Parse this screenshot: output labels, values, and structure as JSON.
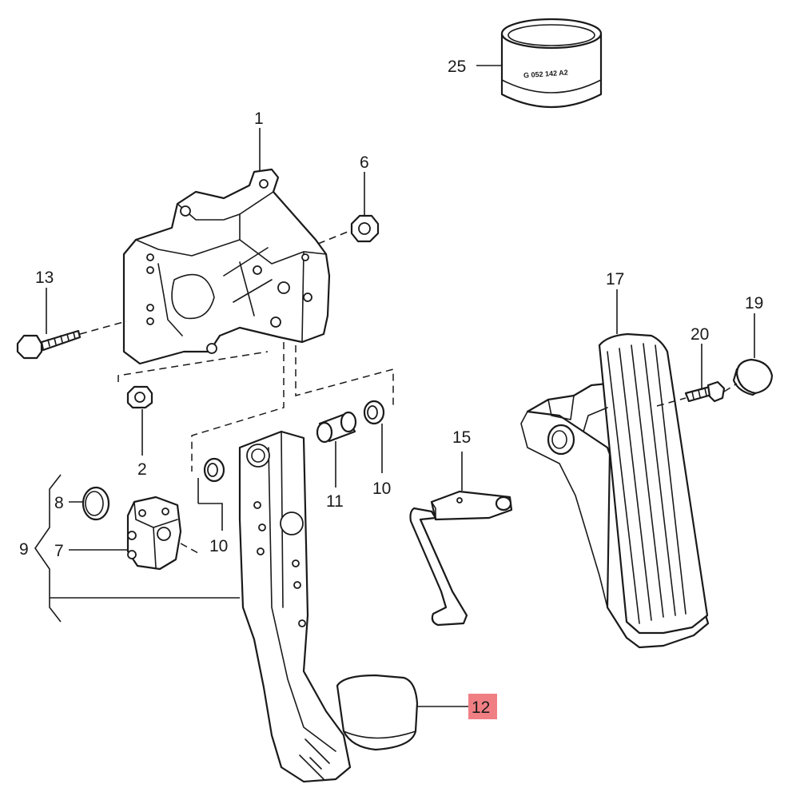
{
  "accent_color": "#f07f84",
  "part_25_stamp": "G 052 142 A2",
  "callouts": {
    "c1": "1",
    "c2": "2",
    "c6": "6",
    "c7": "7",
    "c8": "8",
    "c9": "9",
    "c10a": "10",
    "c10b": "10",
    "c11": "11",
    "c12": "12",
    "c13": "13",
    "c15": "15",
    "c17": "17",
    "c19": "19",
    "c20": "20",
    "c25": "25"
  }
}
